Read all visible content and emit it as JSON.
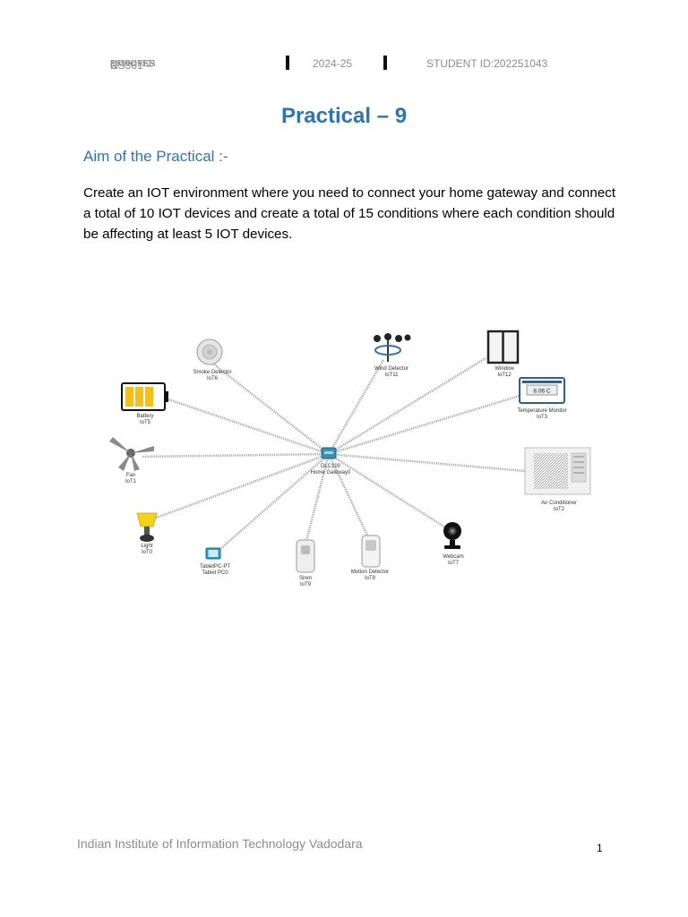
{
  "header": {
    "course_code": "CS361 – ",
    "course_c": "C",
    "course_omputer": "OMPUTER",
    "course_n": " N",
    "course_etworks": "ETWORKS",
    "year": "2024-25",
    "student_id": "STUDENT ID:202251043"
  },
  "title": "Practical – 9",
  "aim_heading": "Aim of the Practical :-",
  "aim_text": "Create an IOT environment where you need to connect your home gateway and connect a total of 10 IOT devices and create a total of 15 conditions where each condition should be affecting at least 5 IOT devices.",
  "diagram": {
    "gateway": {
      "name": "DLC100",
      "label": "Home Gateway0"
    },
    "devices": [
      {
        "id": "smoke",
        "name": "Smoke Detector",
        "tag": "IoT6"
      },
      {
        "id": "wind",
        "name": "Wind Detector",
        "tag": "IoT11"
      },
      {
        "id": "window",
        "name": "Window",
        "tag": "IoT12"
      },
      {
        "id": "temp",
        "name": "Temperature Monitor",
        "tag": "IoT3",
        "reading": "8.06 C"
      },
      {
        "id": "battery",
        "name": "Battery",
        "tag": "IoT5"
      },
      {
        "id": "fan",
        "name": "Fan",
        "tag": "IoT1"
      },
      {
        "id": "ac",
        "name": "Air Conditioner",
        "tag": "IoT2"
      },
      {
        "id": "light",
        "name": "Light",
        "tag": "IoT0"
      },
      {
        "id": "tablet",
        "name": "TabletPC-PT",
        "tag": "Tablet PC0"
      },
      {
        "id": "siren",
        "name": "Siren",
        "tag": "IoT9"
      },
      {
        "id": "motion",
        "name": "Motion Detector",
        "tag": "IoT8"
      },
      {
        "id": "webcam",
        "name": "Webcam",
        "tag": "IoT7"
      }
    ]
  },
  "footer": {
    "institute": "Indian Institute of Information Technology Vadodara",
    "page_number": "1"
  }
}
